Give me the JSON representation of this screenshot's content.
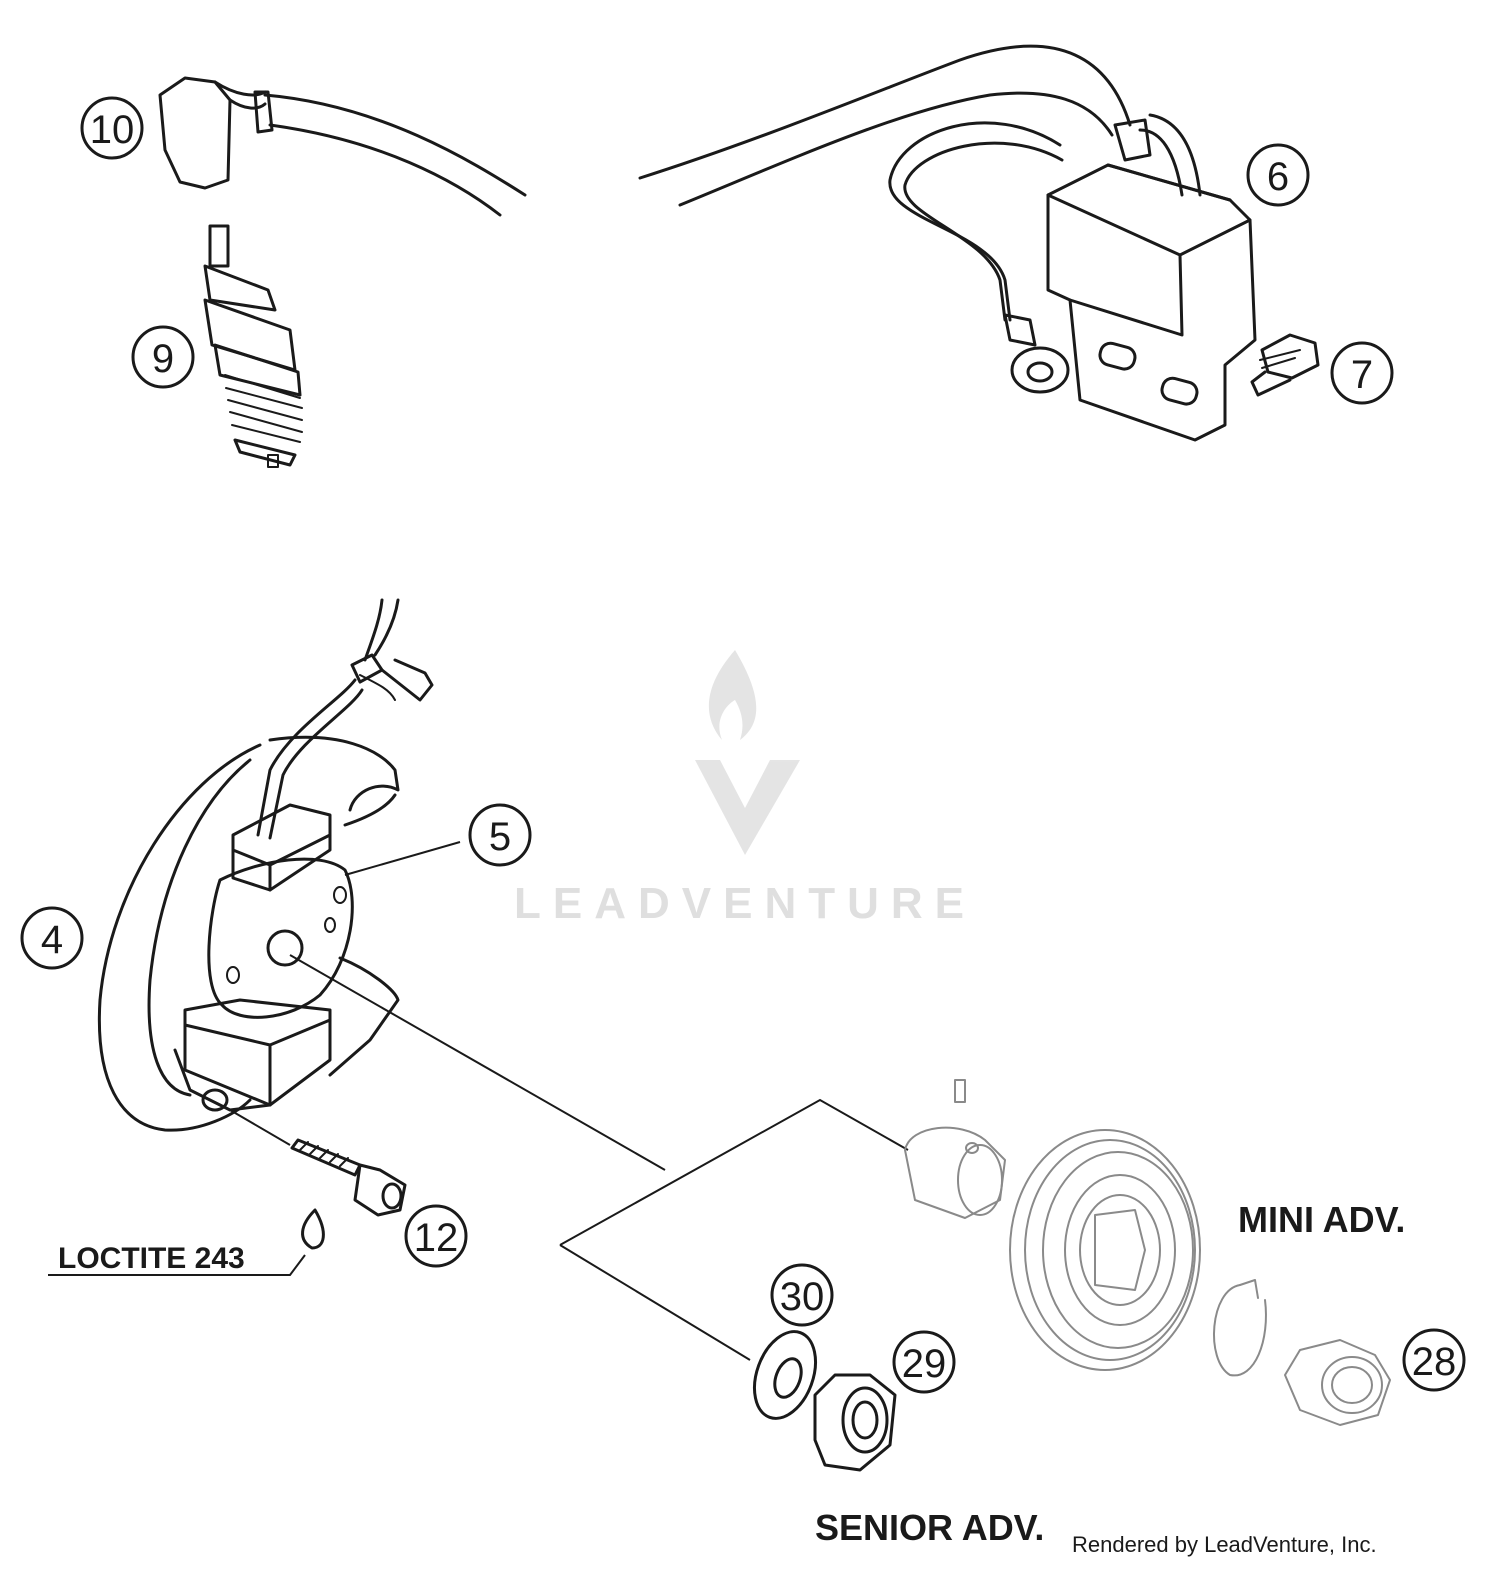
{
  "callouts": [
    {
      "id": "10",
      "label": "10"
    },
    {
      "id": "9",
      "label": "9"
    },
    {
      "id": "6",
      "label": "6"
    },
    {
      "id": "7",
      "label": "7"
    },
    {
      "id": "5",
      "label": "5"
    },
    {
      "id": "4",
      "label": "4"
    },
    {
      "id": "12",
      "label": "12"
    },
    {
      "id": "30",
      "label": "30"
    },
    {
      "id": "29",
      "label": "29"
    },
    {
      "id": "28",
      "label": "28"
    }
  ],
  "labels": {
    "loctite": "LOCTITE 243",
    "mini_adv": "MINI ADV.",
    "senior_adv": "SENIOR ADV."
  },
  "watermark": "LEADVENTURE",
  "credit": "Rendered by LeadVenture, Inc."
}
